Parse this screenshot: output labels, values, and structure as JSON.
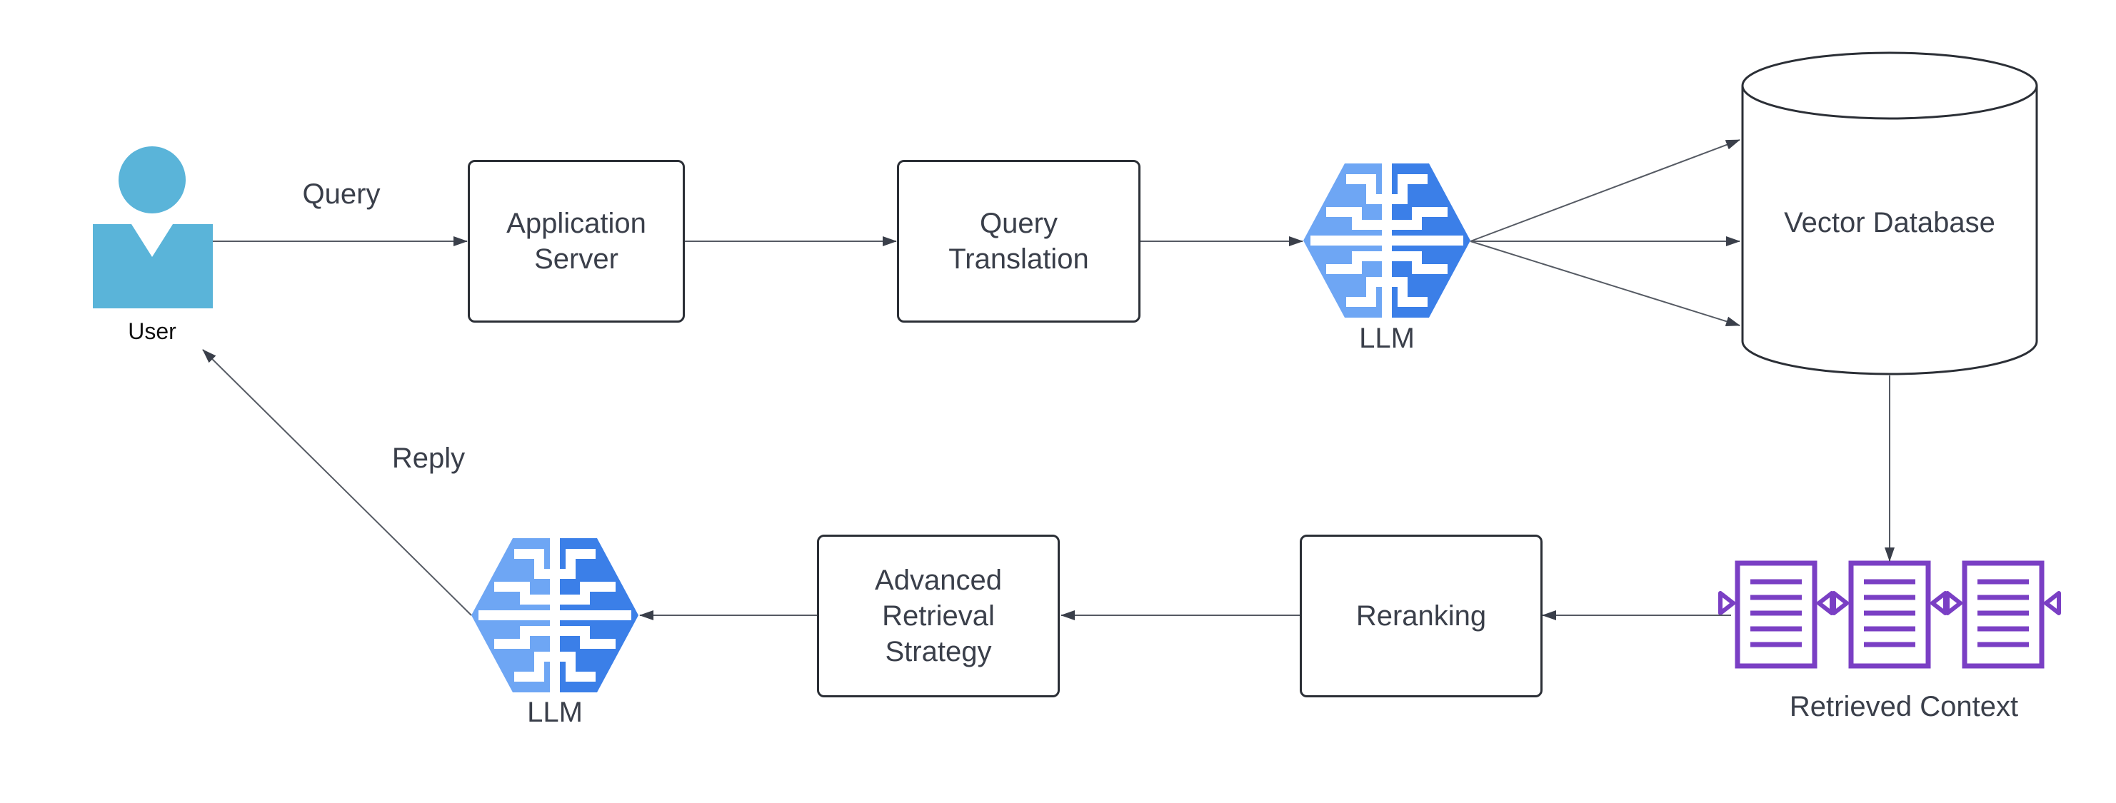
{
  "user": {
    "label": "User"
  },
  "edges": {
    "query_label": "Query",
    "reply_label": "Reply"
  },
  "boxes": {
    "application_server": "Application\nServer",
    "query_translation": "Query\nTranslation",
    "vector_database": "Vector Database",
    "reranking": "Reranking",
    "advanced_retrieval": "Advanced\nRetrieval\nStrategy"
  },
  "llm_top": {
    "label": "LLM"
  },
  "llm_bottom": {
    "label": "LLM"
  },
  "retrieved_context": {
    "label": "Retrieved Context"
  },
  "colors": {
    "user": "#5ab4d9",
    "llm_light": "#6ea6f4",
    "llm_dark": "#3b7fe8",
    "document": "#7a3fc4",
    "stroke": "#2b2f36",
    "edge": "#555a63"
  },
  "icons": {
    "user": "user-icon",
    "llm": "brain-chip-icon",
    "context": "document-icon"
  }
}
